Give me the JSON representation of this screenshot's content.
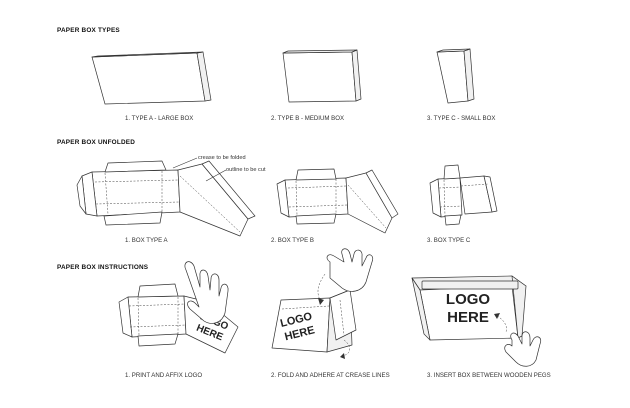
{
  "sections": {
    "types": "PAPER BOX TYPES",
    "unfolded": "PAPER BOX UNFOLDED",
    "instructions": "PAPER BOX INSTRUCTIONS"
  },
  "types": {
    "a": "1.  TYPE A - LARGE BOX",
    "b": "2.  TYPE B - MEDIUM BOX",
    "c": "3.  TYPE C - SMALL BOX"
  },
  "unfolded": {
    "a": "1.  BOX TYPE A",
    "b": "2.  BOX TYPE B",
    "c": "3.  BOX TYPE C",
    "crease_note": "crease to be folded",
    "outline_note": "outline to be cut"
  },
  "instructions": {
    "step1": "1.  PRINT AND AFFIX LOGO",
    "step2": "2.  FOLD AND ADHERE AT CREASE LINES",
    "step3": "3.  INSERT BOX BETWEEN WOODEN PEGS"
  },
  "logo": {
    "line1": "LOGO",
    "line2": "HERE"
  }
}
